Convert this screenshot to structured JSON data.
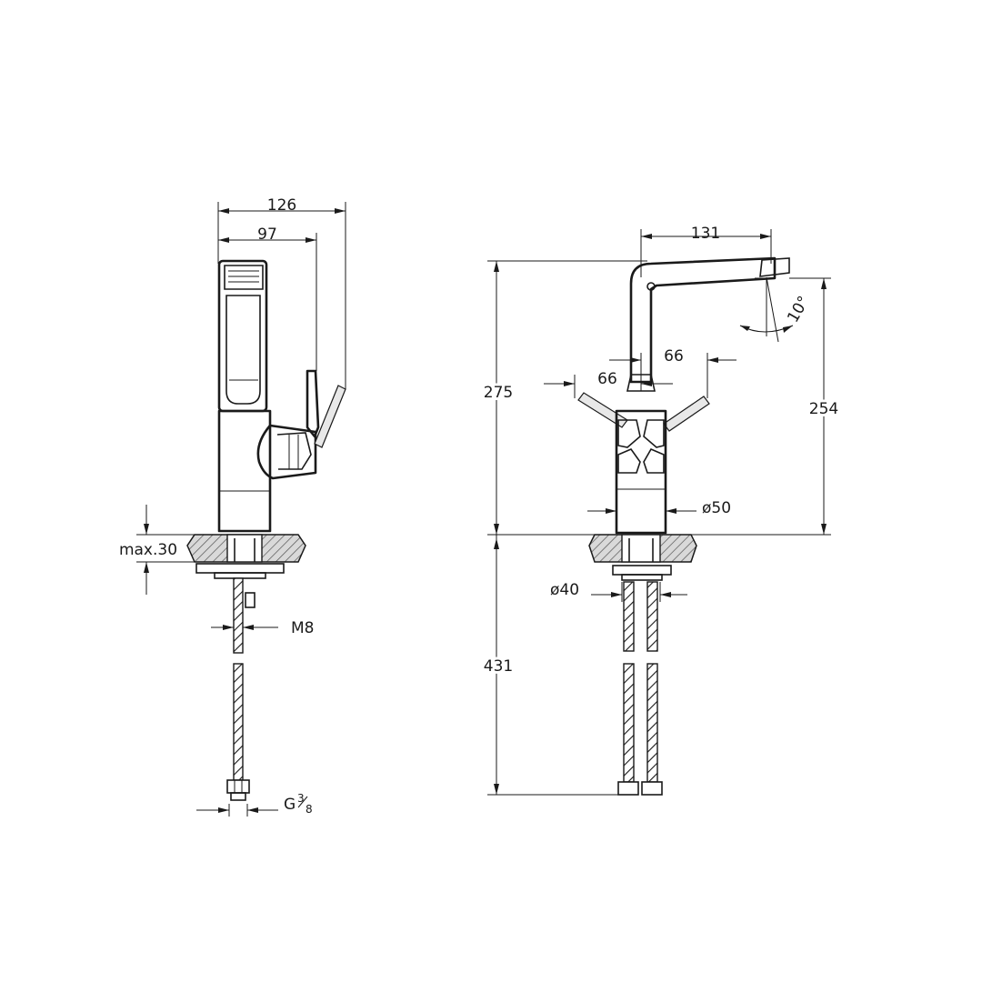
{
  "side_view": {
    "overall_width": "126",
    "spout_width": "97",
    "max_deck": "max.30",
    "thread": "M8",
    "connector": "G",
    "connector_num": "3",
    "connector_den": "8"
  },
  "front_view": {
    "spout_reach": "131",
    "overall_height": "275",
    "outlet_height": "254",
    "spout_angle": "10°",
    "lever_left": "66",
    "lever_right": "66",
    "body_diameter": "ø50",
    "hole_diameter": "ø40",
    "hose_length": "431"
  }
}
